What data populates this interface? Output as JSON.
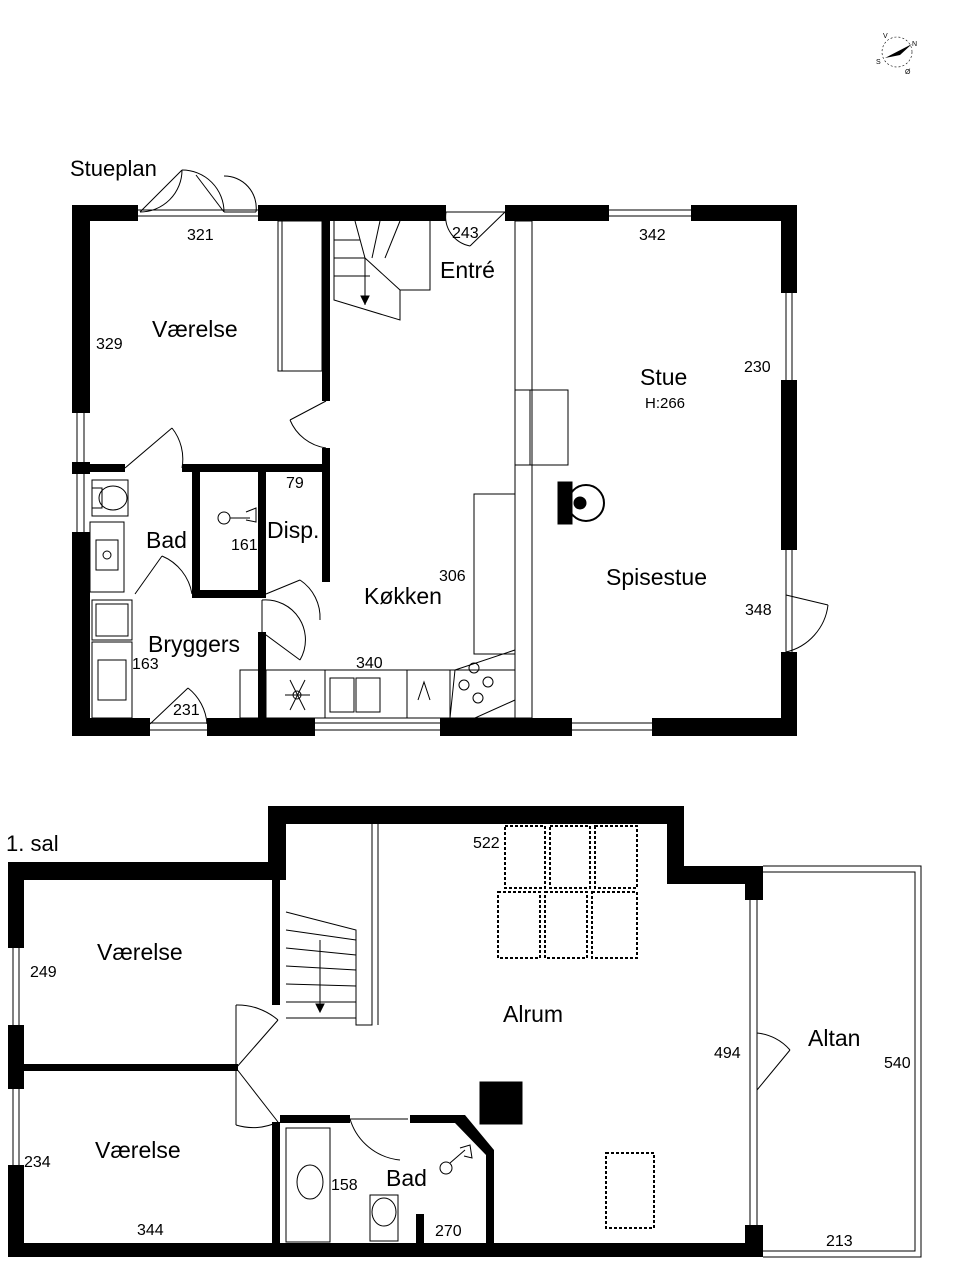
{
  "compass": {
    "north": "N",
    "east": "Ø",
    "south": "S",
    "west": "V"
  },
  "ground_floor": {
    "title": "Stueplan",
    "rooms": {
      "vaerelse": "Værelse",
      "entre": "Entré",
      "stue": "Stue",
      "stue_height": "H:266",
      "spisestue": "Spisestue",
      "bad": "Bad",
      "disp": "Disp.",
      "kokken": "Køkken",
      "bryggers": "Bryggers"
    },
    "dims": {
      "d321": "321",
      "d243": "243",
      "d342": "342",
      "d329": "329",
      "d230": "230",
      "d79": "79",
      "d161": "161",
      "d306": "306",
      "d348": "348",
      "d340": "340",
      "d163": "163",
      "d231": "231"
    }
  },
  "first_floor": {
    "title": "1. sal",
    "rooms": {
      "vaerelse1": "Værelse",
      "vaerelse2": "Værelse",
      "alrum": "Alrum",
      "altan": "Altan",
      "bad": "Bad"
    },
    "dims": {
      "d522": "522",
      "d249": "249",
      "d494": "494",
      "d540": "540",
      "d234": "234",
      "d158": "158",
      "d344": "344",
      "d270": "270",
      "d213": "213"
    }
  }
}
